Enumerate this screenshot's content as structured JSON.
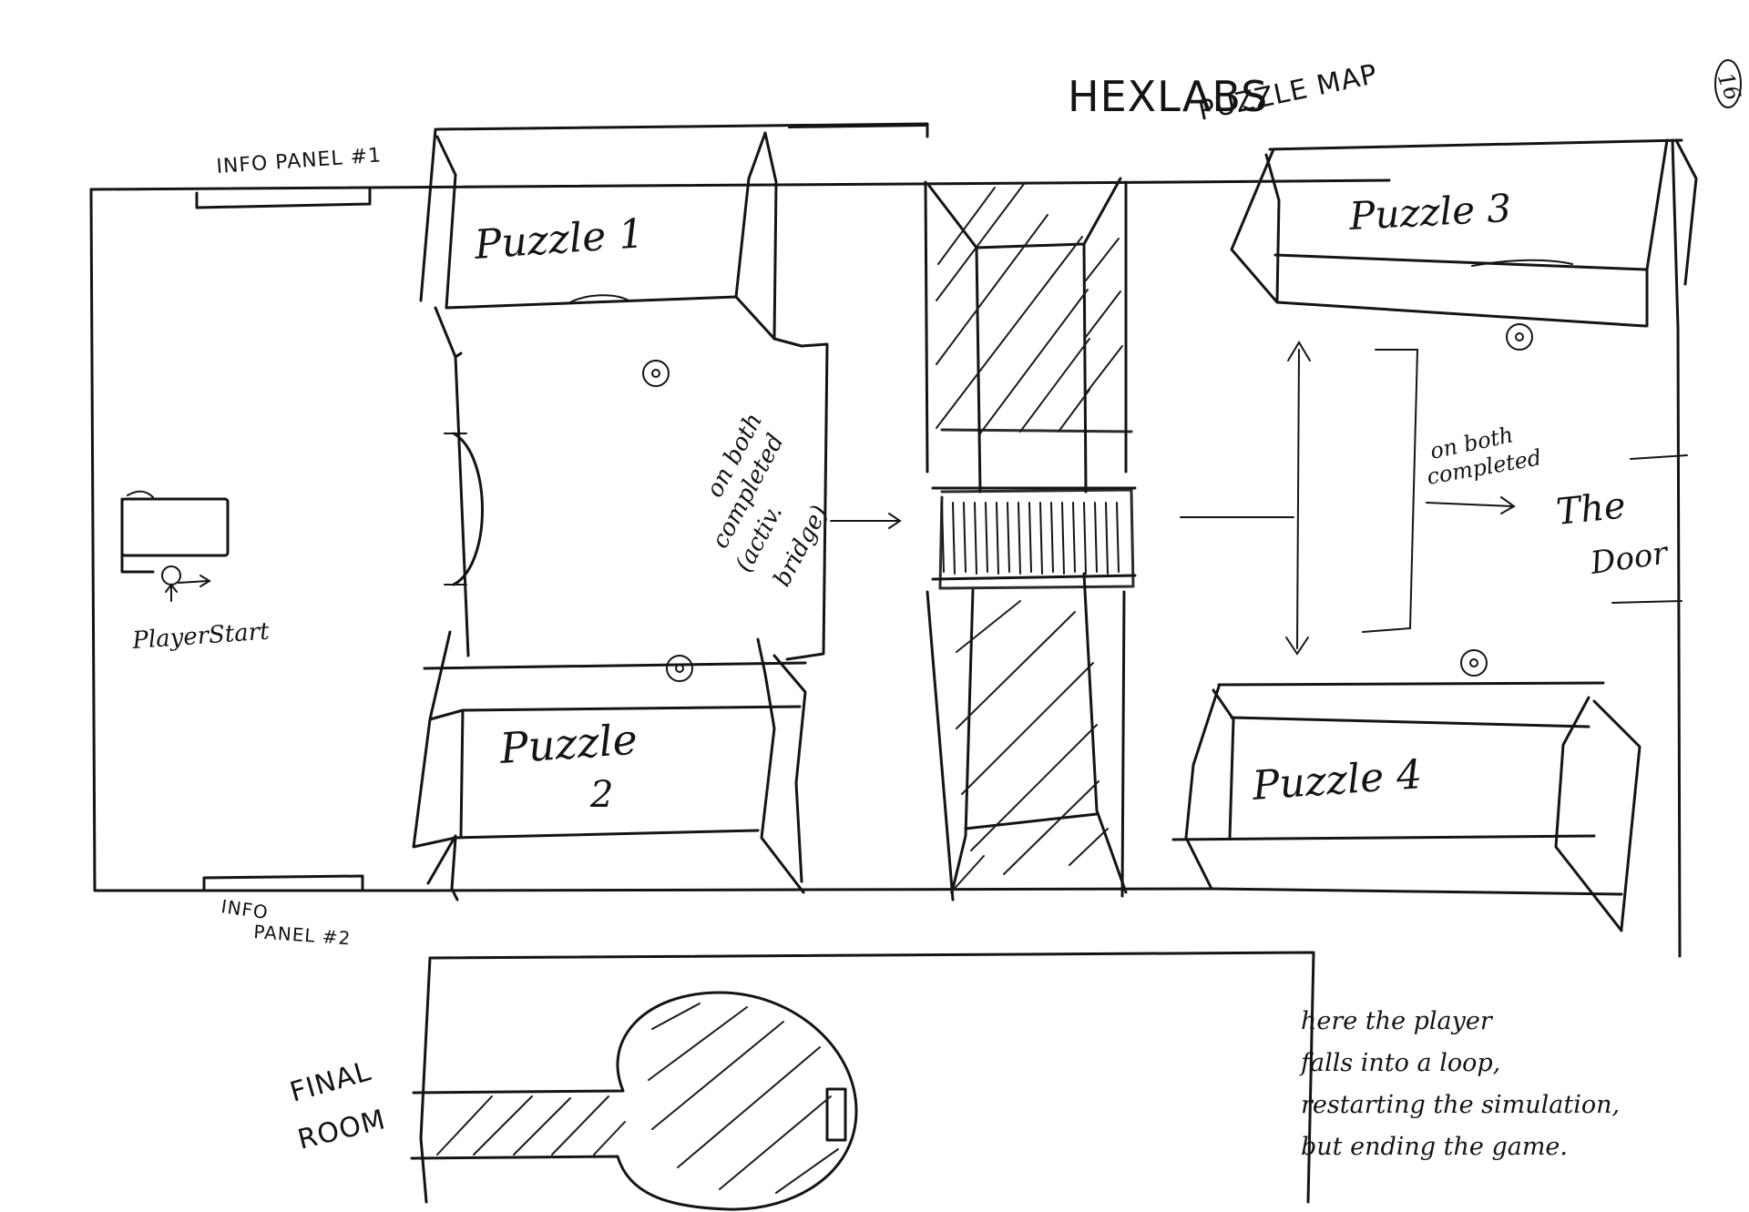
{
  "title_line1": "HEXLABS",
  "title_line2": "PUZZLE MAP",
  "page_number": "16",
  "info_panel_1": "INFO PANEL #1",
  "info_panel_2_line1": "INFO",
  "info_panel_2_line2": "PANEL #2",
  "player_start": "PlayerStart",
  "puzzle_1": "Puzzle 1",
  "puzzle_2_line1": "Puzzle",
  "puzzle_2_line2": "2",
  "puzzle_3": "Puzzle 3",
  "puzzle_4": "Puzzle 4",
  "note_bridge": [
    "on both",
    "completed",
    "(activ.",
    "bridge)"
  ],
  "note_door": [
    "on both",
    "completed"
  ],
  "the_door_line1": "The",
  "the_door_line2": "Door",
  "final_room_line1": "FINAL",
  "final_room_line2": "ROOM",
  "final_note": [
    "here the player",
    "falls into a loop,",
    "restarting the simulation,",
    "but ending the game."
  ]
}
